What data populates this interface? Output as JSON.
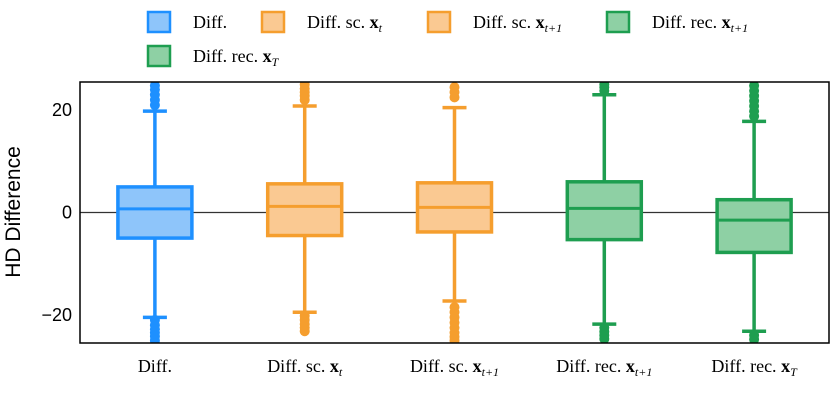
{
  "chart_data": {
    "type": "box",
    "ylabel": "HD Difference",
    "ylim": [
      -25.5,
      25.5
    ],
    "yticks": [
      -20,
      0,
      20
    ],
    "ytick_labels": [
      "−20",
      "0",
      "20"
    ],
    "reference_line_y": 0,
    "grid": false,
    "legend_position": "top",
    "series": [
      {
        "category_prefix": "Diff.",
        "category_math": "",
        "category_sub": "",
        "color": "#1E90FF",
        "fill": "#8EC5FA",
        "q1": -5,
        "median": 0.7,
        "q3": 5,
        "whisker_low": -20.5,
        "whisker_high": 19.8,
        "outliers_high": [
          21,
          22,
          23,
          24,
          24.8
        ],
        "outliers_low": [
          -21,
          -22,
          -22.8,
          -23.5,
          -24.2,
          -25
        ]
      },
      {
        "category_prefix": "Diff. sc. ",
        "category_math": "x",
        "category_sub": "t",
        "color": "#F59E2E",
        "fill": "#FAC992",
        "q1": -4.5,
        "median": 1.2,
        "q3": 5.6,
        "whisker_low": -19.5,
        "whisker_high": 20.8,
        "outliers_high": [
          22,
          22.8,
          23.5,
          24.2,
          25
        ],
        "outliers_low": [
          -20.2,
          -21,
          -21.8,
          -22.5,
          -23.2
        ]
      },
      {
        "category_prefix": "Diff. sc. ",
        "category_math": "x",
        "category_sub": "t+1",
        "color": "#F59E2E",
        "fill": "#FAC992",
        "q1": -3.8,
        "median": 1,
        "q3": 5.8,
        "whisker_low": -17.3,
        "whisker_high": 20.5,
        "outliers_high": [
          22.5,
          23.5,
          24.5
        ],
        "outliers_low": [
          -18.5,
          -19.5,
          -20.5,
          -21.5,
          -22.5,
          -23.5,
          -24.3,
          -25
        ]
      },
      {
        "category_prefix": "Diff. rec. ",
        "category_math": "x",
        "category_sub": "t+1",
        "color": "#1E9E50",
        "fill": "#8ED0A4",
        "q1": -5.3,
        "median": 0.8,
        "q3": 6,
        "whisker_low": -21.8,
        "whisker_high": 23,
        "outliers_high": [
          23.8,
          24.5,
          25
        ],
        "outliers_low": [
          -22.5,
          -23.3,
          -24,
          -24.7
        ]
      },
      {
        "category_prefix": "Diff. rec. ",
        "category_math": "x",
        "category_sub": "T",
        "color": "#1E9E50",
        "fill": "#8ED0A4",
        "q1": -7.8,
        "median": -1.5,
        "q3": 2.5,
        "whisker_low": -23.2,
        "whisker_high": 17.8,
        "outliers_high": [
          18.8,
          19.8,
          20.8,
          21.8,
          22.8,
          23.8,
          24.8
        ],
        "outliers_low": [
          -24,
          -24.8
        ]
      }
    ],
    "legend": [
      {
        "prefix": "Diff.",
        "math": "",
        "sub": "",
        "series_index": 0
      },
      {
        "prefix": "Diff. sc. ",
        "math": "x",
        "sub": "t",
        "series_index": 1
      },
      {
        "prefix": "Diff. sc. ",
        "math": "x",
        "sub": "t+1",
        "series_index": 2
      },
      {
        "prefix": "Diff. rec. ",
        "math": "x",
        "sub": "t+1",
        "series_index": 3
      },
      {
        "prefix": "Diff. rec. ",
        "math": "x",
        "sub": "T",
        "series_index": 4
      }
    ]
  }
}
